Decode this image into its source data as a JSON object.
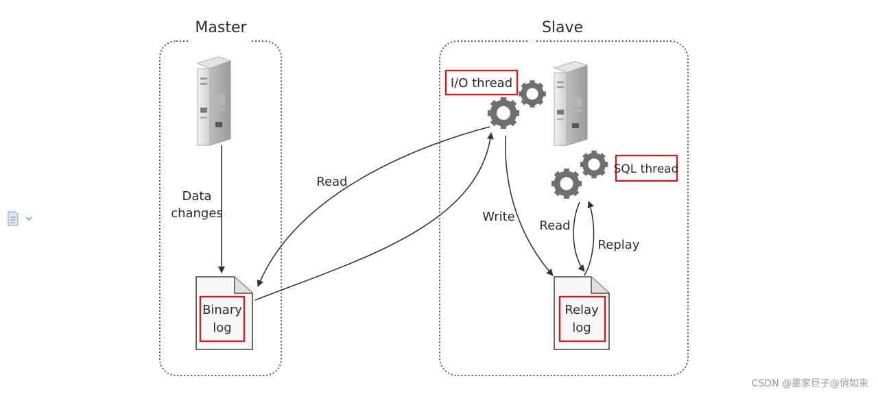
{
  "master": {
    "title": "Master"
  },
  "slave": {
    "title": "Slave"
  },
  "binary_log": {
    "line1": "Binary",
    "line2": "log"
  },
  "relay_log": {
    "line1": "Relay",
    "line2": "log"
  },
  "io_thread": {
    "label": "I/O thread"
  },
  "sql_thread": {
    "label": "SQL thread"
  },
  "edges": {
    "data_changes": {
      "line1": "Data",
      "line2": "changes"
    },
    "read_left": "Read",
    "write": "Write",
    "read_right": "Read",
    "replay": "Replay"
  },
  "watermark": "CSDN @墨家巨子@俏如来",
  "colors": {
    "highlight": "#cc1f1f",
    "box_border": "#555555",
    "gear": "#6f6f6f"
  },
  "icons": [
    "document-icon",
    "chevron-down-icon",
    "server-icon",
    "gear-icon"
  ]
}
